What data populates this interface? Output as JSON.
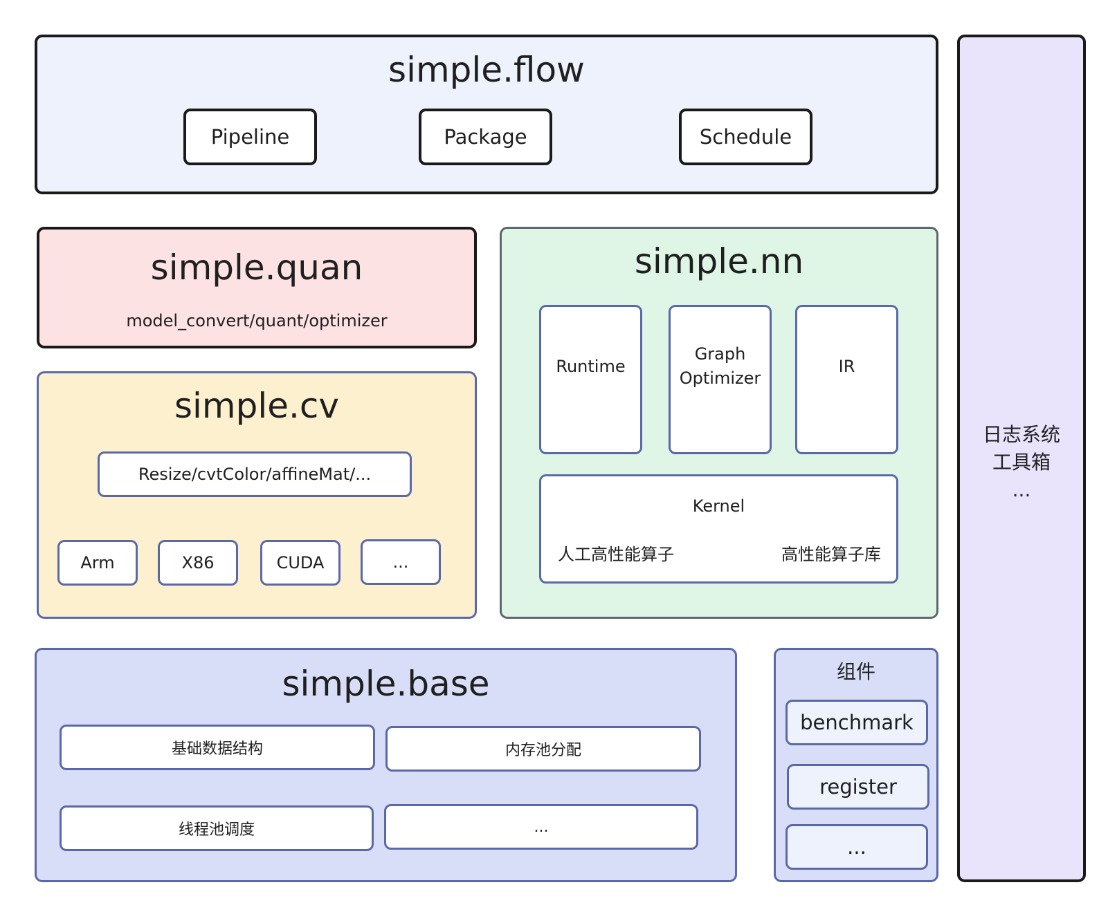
{
  "flow": {
    "title": "simple.flow",
    "items": [
      "Pipeline",
      "Package",
      "Schedule"
    ]
  },
  "quan": {
    "title": "simple.quan",
    "subtitle": "model_convert/quant/optimizer"
  },
  "cv": {
    "title": "simple.cv",
    "ops": "Resize/cvtColor/affineMat/...",
    "backends": [
      "Arm",
      "X86",
      "CUDA",
      "..."
    ]
  },
  "nn": {
    "title": "simple.nn",
    "runtime": "Runtime",
    "graph_optimizer_line1": "Graph",
    "graph_optimizer_line2": "Optimizer",
    "ir": "IR",
    "kernel": {
      "title": "Kernel",
      "left": "人工高性能算子",
      "right": "高性能算子库"
    }
  },
  "base": {
    "title": "simple.base",
    "items": [
      "基础数据结构",
      "内存池分配",
      "线程池调度",
      "..."
    ]
  },
  "components": {
    "title": "组件",
    "items": [
      "benchmark",
      "register",
      "..."
    ]
  },
  "side": {
    "line1": "日志系统",
    "line2": "工具箱",
    "line3": "..."
  }
}
